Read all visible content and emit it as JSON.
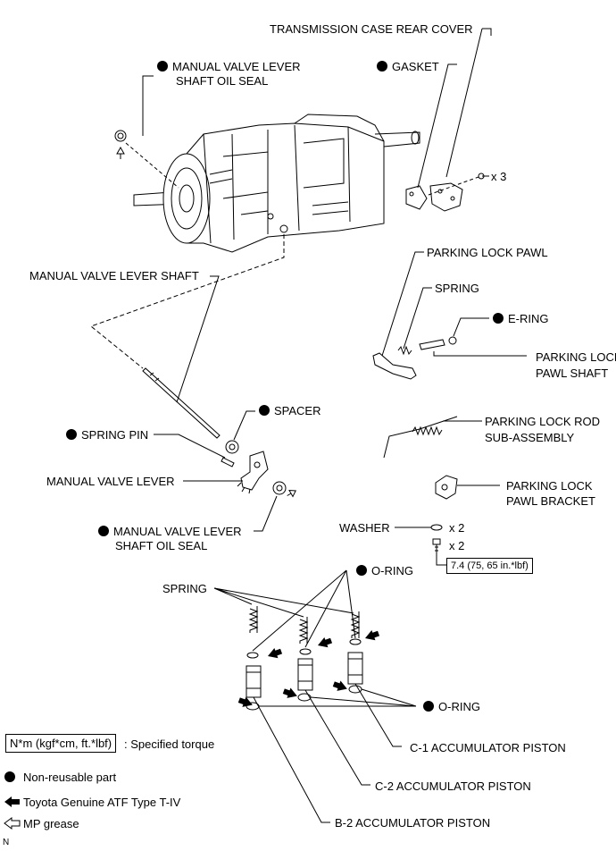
{
  "labels": {
    "rear_cover": "TRANSMISSION CASE REAR COVER",
    "oil_seal_top_l1": "MANUAL VALVE LEVER",
    "oil_seal_top_l2": "SHAFT OIL SEAL",
    "gasket": "GASKET",
    "bolt_qty_top": "x 3",
    "manual_valve_lever_shaft": "MANUAL VALVE LEVER SHAFT",
    "parking_lock_pawl": "PARKING LOCK PAWL",
    "spring_small": "SPRING",
    "e_ring": "E-RING",
    "pawl_shaft_l1": "PARKING LOCK",
    "pawl_shaft_l2": "PAWL SHAFT",
    "spacer": "SPACER",
    "rod_l1": "PARKING LOCK ROD",
    "rod_l2": "SUB-ASSEMBLY",
    "spring_pin": "SPRING PIN",
    "manual_valve_lever": "MANUAL VALVE LEVER",
    "bracket_l1": "PARKING LOCK",
    "bracket_l2": "PAWL BRACKET",
    "oil_seal_bottom_l1": "MANUAL VALVE LEVER",
    "oil_seal_bottom_l2": "SHAFT OIL SEAL",
    "washer": "WASHER",
    "washer_qty": "x 2",
    "bolt_qty_bracket": "x 2",
    "torque_value": "7.4 (75, 65 in.*lbf)",
    "o_ring_top": "O-RING",
    "spring_acc": "SPRING",
    "o_ring_bottom": "O-RING",
    "c1_piston": "C-1 ACCUMULATOR PISTON",
    "c2_piston": "C-2 ACCUMULATOR PISTON",
    "b2_piston": "B-2 ACCUMULATOR PISTON"
  },
  "legend": {
    "torque_unit": "N*m (kgf*cm, ft.*lbf)",
    "torque_desc": ": Specified torque",
    "non_reusable": "Non-reusable part",
    "atf": "Toyota Genuine ATF Type T-IV",
    "grease": "MP grease"
  },
  "corner_mark": "N",
  "icons": [
    "non-reusable-dot-icon",
    "atf-arrow-icon",
    "grease-arrow-icon"
  ]
}
